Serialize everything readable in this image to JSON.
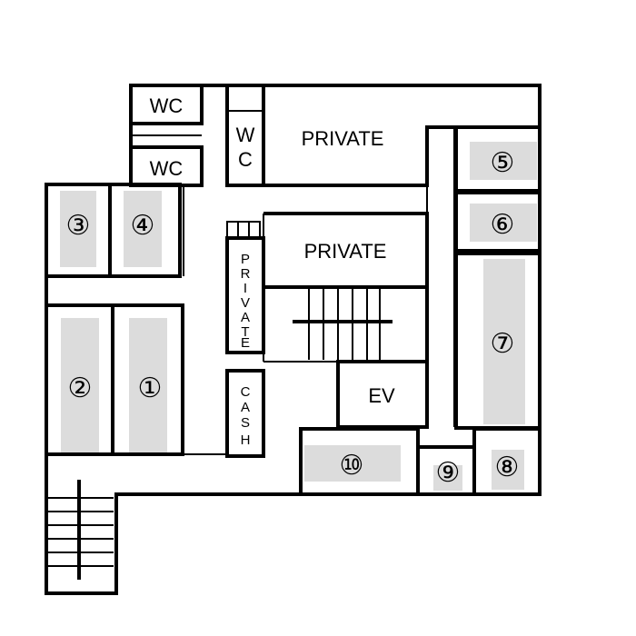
{
  "rooms": {
    "wc_top": "WC",
    "wc_bottom": "WC",
    "wc_vertical": [
      "W",
      "C"
    ],
    "private_top": "PRIVATE",
    "private_mid": "PRIVATE",
    "private_vertical": [
      "P",
      "R",
      "I",
      "V",
      "A",
      "T",
      "E"
    ],
    "cash_vertical": [
      "C",
      "A",
      "S",
      "H"
    ],
    "elevator": "EV"
  },
  "booths": [
    "①",
    "②",
    "③",
    "④",
    "⑤",
    "⑥",
    "⑦",
    "⑧",
    "⑨",
    "⑩"
  ],
  "colors": {
    "wall": "#000000",
    "table": "#dcdcdc",
    "background": "#ffffff"
  }
}
